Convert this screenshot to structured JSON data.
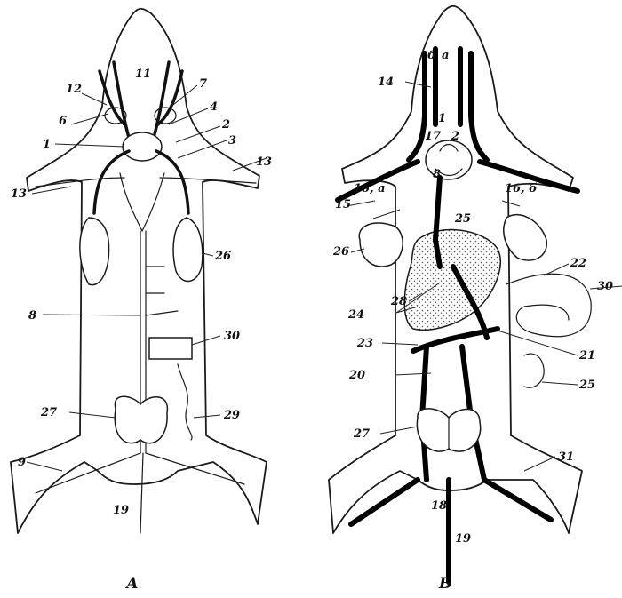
{
  "panel_a": {
    "caption": "А",
    "labels": [
      "11",
      "12",
      "6",
      "1",
      "7",
      "4",
      "2",
      "3",
      "13",
      "13",
      "26",
      "8",
      "30",
      "27",
      "29",
      "9",
      "19"
    ]
  },
  "panel_b": {
    "caption": "Б",
    "labels": [
      "б",
      "а",
      "14",
      "1",
      "17",
      "2",
      "8",
      "15",
      "16, а",
      "16, б",
      "25",
      "26",
      "22",
      "30",
      "28",
      "24",
      "23",
      "21",
      "20",
      "25",
      "27",
      "31",
      "18",
      "19"
    ]
  },
  "colors": {
    "ink": "#111111",
    "paper": "#ffffff",
    "stipple": "#555555"
  }
}
